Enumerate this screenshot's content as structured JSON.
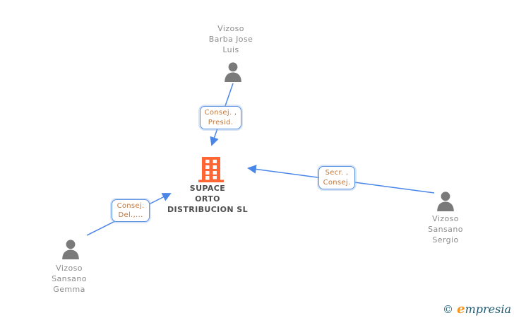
{
  "diagram": {
    "company": {
      "line1": "SUPACE",
      "line2": "ORTO",
      "line3": "DISTRIBUCION SL",
      "icon": "building-icon"
    },
    "persons": {
      "top": {
        "line1": "Vizoso",
        "line2": "Barba Jose",
        "line3": "Luis",
        "icon": "person-icon"
      },
      "right": {
        "line1": "Vizoso",
        "line2": "Sansano",
        "line3": "Sergio",
        "icon": "person-icon"
      },
      "left": {
        "line1": "Vizoso",
        "line2": "Sansano",
        "line3": "Gemma",
        "icon": "person-icon"
      }
    },
    "relations": {
      "top": {
        "line1": "Consej. ,",
        "line2": "Presid."
      },
      "right": {
        "line1": "Secr. ,",
        "line2": "Consej."
      },
      "left": {
        "line1": "Consej.",
        "line2": "Del.,..."
      }
    }
  },
  "logo": {
    "copyright": "©",
    "initial": "e",
    "rest": "mpresia"
  },
  "colors": {
    "connector_blue": "#4a86e8",
    "box_border_blue": "#5a91e0",
    "relation_text_orange": "#c0763b",
    "person_icon_gray": "#7a7a7a",
    "person_name_gray": "#8c8c8c",
    "company_name_gray": "#4f4f4f",
    "building_orange": "#ff6633",
    "logo_teal": "#1d5a70",
    "logo_orange": "#f7941e"
  }
}
